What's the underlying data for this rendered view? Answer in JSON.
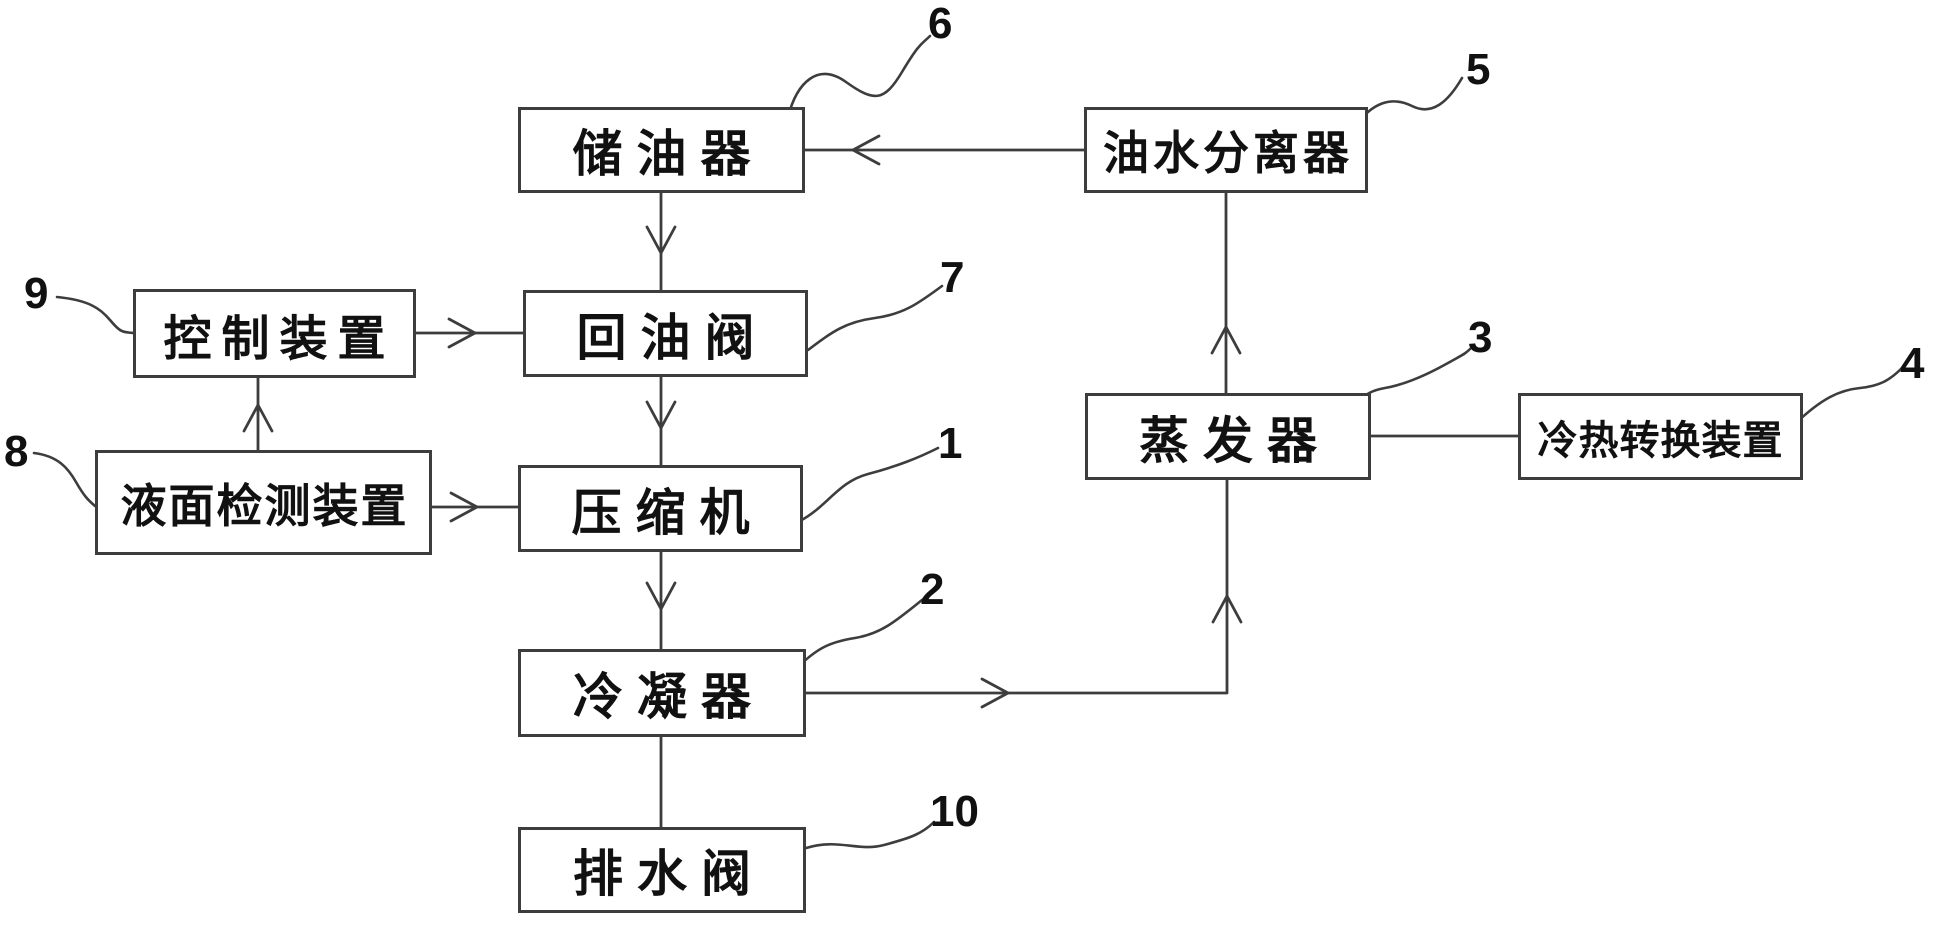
{
  "diagram": {
    "description": "block diagram of a refrigeration system oil-return circuit",
    "colors": {
      "background": "#ffffff",
      "line": "#3d3d3d",
      "text": "#111111"
    },
    "nodes": [
      {
        "id": "compressor",
        "label": "压缩机",
        "ref": "1"
      },
      {
        "id": "condenser",
        "label": "冷凝器",
        "ref": "2"
      },
      {
        "id": "evaporator",
        "label": "蒸发器",
        "ref": "3"
      },
      {
        "id": "cold-heat-converter",
        "label": "冷热转换装置",
        "ref": "4"
      },
      {
        "id": "oil-water-separator",
        "label": "油水分离器",
        "ref": "5"
      },
      {
        "id": "oil-reservoir",
        "label": "储油器",
        "ref": "6"
      },
      {
        "id": "oil-return-valve",
        "label": "回油阀",
        "ref": "7"
      },
      {
        "id": "liquid-level-detector",
        "label": "液面检测装置",
        "ref": "8"
      },
      {
        "id": "control-device",
        "label": "控制装置",
        "ref": "9"
      },
      {
        "id": "drain-valve",
        "label": "排水阀",
        "ref": "10"
      }
    ],
    "edges": [
      {
        "from": "oil-water-separator",
        "to": "oil-reservoir",
        "arrow": true
      },
      {
        "from": "oil-reservoir",
        "to": "oil-return-valve",
        "arrow": true
      },
      {
        "from": "control-device",
        "to": "oil-return-valve",
        "arrow": true
      },
      {
        "from": "liquid-level-detector",
        "to": "control-device",
        "arrow": true
      },
      {
        "from": "liquid-level-detector",
        "to": "compressor",
        "arrow": true
      },
      {
        "from": "oil-return-valve",
        "to": "compressor",
        "arrow": true
      },
      {
        "from": "compressor",
        "to": "condenser",
        "arrow": true
      },
      {
        "from": "condenser",
        "to": "drain-valve",
        "arrow": false
      },
      {
        "from": "condenser",
        "to": "evaporator",
        "arrow": true
      },
      {
        "from": "evaporator",
        "to": "oil-water-separator",
        "arrow": true
      },
      {
        "from": "evaporator",
        "to": "cold-heat-converter",
        "arrow": false
      }
    ]
  }
}
